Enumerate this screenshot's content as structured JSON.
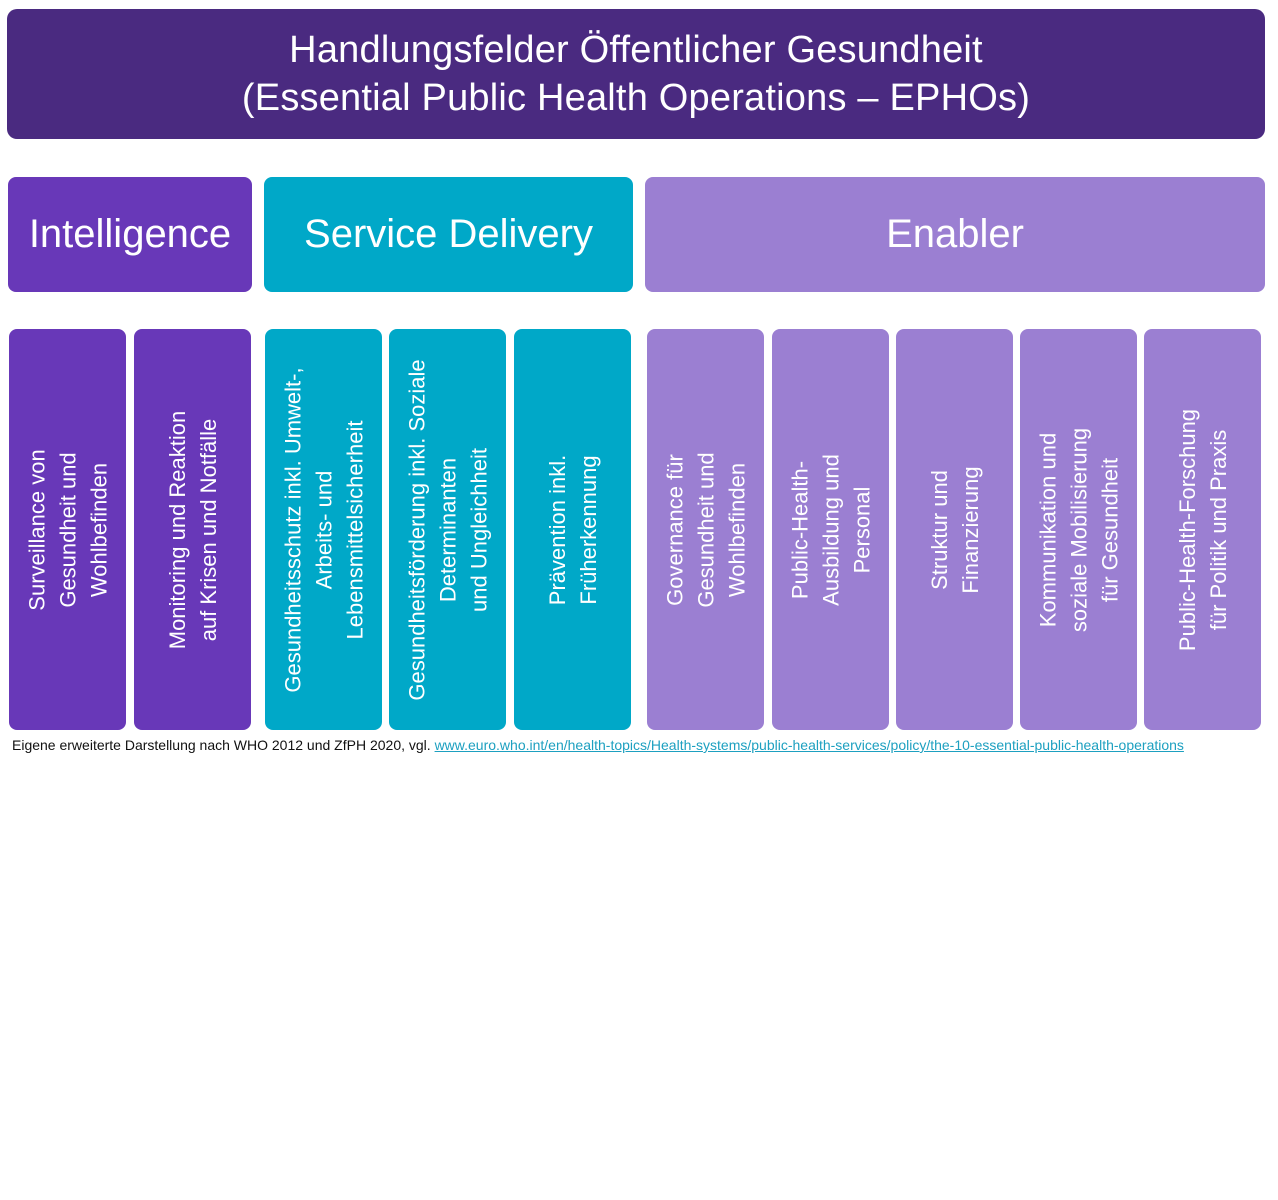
{
  "title": {
    "line1": "Handlungsfelder Öffentlicher Gesundheit",
    "line2": "(Essential Public Health Operations – EPHOs)"
  },
  "categories": {
    "intelligence": "Intelligence",
    "service_delivery": "Service Delivery",
    "enabler": "Enabler"
  },
  "operations": [
    "Surveillance von\nGesundheit und\nWohlbefinden",
    "Monitoring und Reaktion\nauf Krisen und Notfälle",
    "Gesundheitsschutz inkl. Umwelt-,\nArbeits- und\nLebensmittelsicherheit",
    "Gesundheitsförderung inkl. Soziale\nDeterminanten\nund Ungleichheit",
    "Prävention inkl.\nFrüherkennung",
    "Governance für\nGesundheit und\nWohlbefinden",
    "Public-Health-\nAusbildung und\nPersonal",
    "Struktur und\nFinanzierung",
    "Kommunikation und\nsoziale Mobilisierung\nfür Gesundheit",
    "Public-Health-Forschung\nfür Politik und Praxis"
  ],
  "footer": {
    "text": "Eigene erweiterte Darstellung nach WHO 2012 und ZfPH 2020, vgl.",
    "link": "www.euro.who.int/en/health-topics/Health-systems/public-health-services/policy/the-10-essential-public-health-operations"
  },
  "colors": {
    "title_bg": "#4a2a80",
    "intelligence": "#6838b8",
    "service_delivery": "#00a8c8",
    "enabler": "#9b7fd2",
    "link": "#1da0c0"
  }
}
